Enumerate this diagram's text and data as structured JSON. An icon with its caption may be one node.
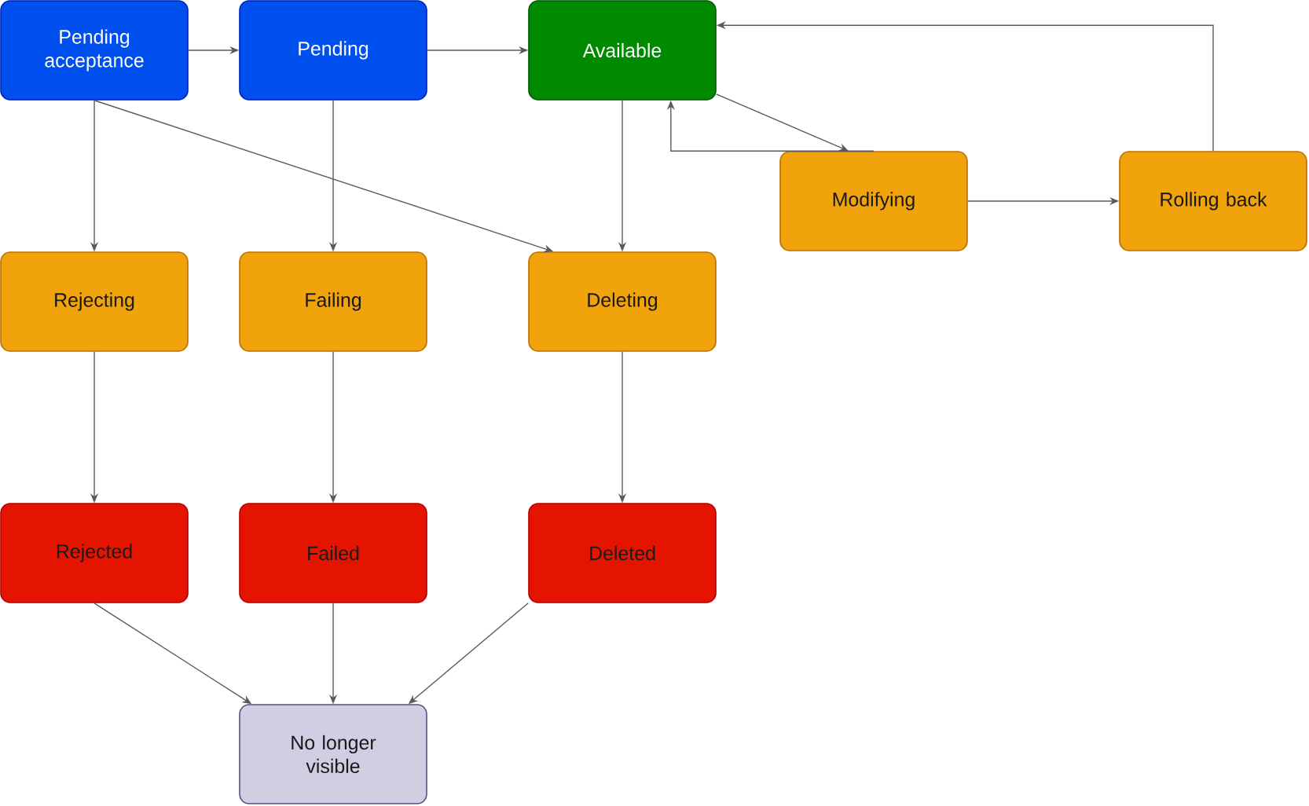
{
  "diagram": {
    "nodes": [
      {
        "text": [
          "Pending acceptance"
        ]
      },
      {
        "text": [
          "Pending"
        ]
      },
      {
        "text": [
          "Available"
        ]
      },
      {
        "text": [
          "Modifying"
        ]
      },
      {
        "text": [
          "Rolling back"
        ]
      },
      {
        "text": [
          "Rejecting"
        ]
      },
      {
        "text": [
          "Failing"
        ]
      },
      {
        "text": [
          "Deleting"
        ]
      },
      {
        "text": [
          "Rejected"
        ]
      },
      {
        "text": [
          "Failed"
        ]
      },
      {
        "text": [
          "Deleted"
        ]
      },
      {
        "text": [
          "No longer visible"
        ]
      }
    ],
    "edges": [
      {
        "from": 0,
        "to": 1,
        "arrow": "to"
      },
      {
        "from": 1,
        "to": 2,
        "arrow": "to"
      },
      {
        "from": 2,
        "to": 3,
        "arrow": "to"
      },
      {
        "from": 3,
        "to": 2,
        "arrow": "to"
      },
      {
        "from": 3,
        "to": 4,
        "arrow": "to"
      },
      {
        "from": 4,
        "to": 2,
        "arrow": "to"
      },
      {
        "from": 0,
        "to": 5,
        "arrow": "to"
      },
      {
        "from": 0,
        "to": 7,
        "arrow": "to"
      },
      {
        "from": 1,
        "to": 6,
        "arrow": "to"
      },
      {
        "from": 2,
        "to": 7,
        "arrow": "to"
      },
      {
        "from": 5,
        "to": 8,
        "arrow": "to"
      },
      {
        "from": 6,
        "to": 9,
        "arrow": "to"
      },
      {
        "from": 7,
        "to": 10,
        "arrow": "to"
      },
      {
        "from": 8,
        "to": 11,
        "arrow": "to"
      },
      {
        "from": 9,
        "to": 11,
        "arrow": "to"
      },
      {
        "from": 10,
        "to": 11,
        "arrow": "to"
      }
    ]
  }
}
